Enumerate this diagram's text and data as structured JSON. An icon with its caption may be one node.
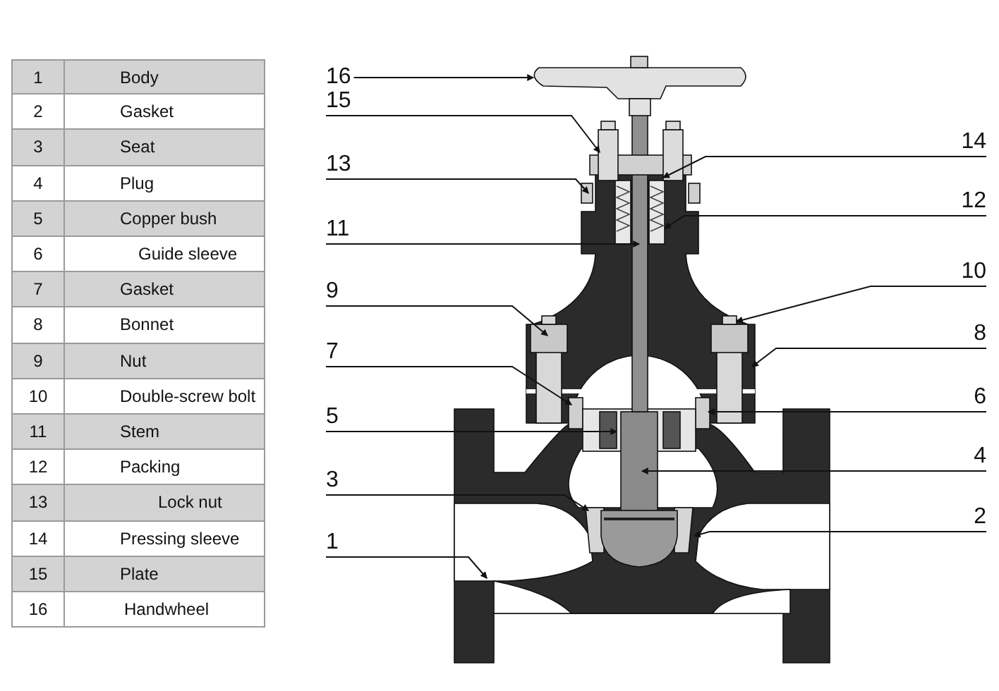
{
  "diagram": {
    "nodes": [
      {
        "text": [
          "16"
        ]
      },
      {
        "text": [
          "15"
        ]
      },
      {
        "text": [
          "14"
        ]
      },
      {
        "text": [
          "13"
        ]
      },
      {
        "text": [
          "12"
        ]
      },
      {
        "text": [
          "11"
        ]
      },
      {
        "text": [
          "10"
        ]
      },
      {
        "text": [
          "9"
        ]
      },
      {
        "text": [
          "8"
        ]
      },
      {
        "text": [
          "7"
        ]
      },
      {
        "text": [
          "6"
        ]
      },
      {
        "text": [
          "5"
        ]
      },
      {
        "text": [
          "4"
        ]
      },
      {
        "text": [
          "3"
        ]
      },
      {
        "text": [
          "2"
        ]
      },
      {
        "text": [
          "1"
        ]
      }
    ],
    "edges": [
      {
        "from": 0,
        "to": null,
        "arrow": "to"
      },
      {
        "from": 1,
        "to": null,
        "arrow": "to"
      },
      {
        "from": 2,
        "to": null,
        "arrow": "to"
      },
      {
        "from": 3,
        "to": null,
        "arrow": "to"
      },
      {
        "from": 4,
        "to": null,
        "arrow": "to"
      },
      {
        "from": 5,
        "to": null,
        "arrow": "to"
      },
      {
        "from": 6,
        "to": null,
        "arrow": "to"
      },
      {
        "from": 7,
        "to": null,
        "arrow": "to"
      },
      {
        "from": 8,
        "to": null,
        "arrow": "to"
      },
      {
        "from": 9,
        "to": null,
        "arrow": "to"
      },
      {
        "from": 10,
        "to": null,
        "arrow": "to"
      },
      {
        "from": 11,
        "to": null,
        "arrow": "to"
      },
      {
        "from": 12,
        "to": null,
        "arrow": "to"
      },
      {
        "from": 13,
        "to": null,
        "arrow": "to"
      },
      {
        "from": 14,
        "to": null,
        "arrow": "to"
      },
      {
        "from": 15,
        "to": null,
        "arrow": "to"
      }
    ],
    "labels": [
      "1",
      "Body",
      "2",
      "Gasket",
      "3",
      "Seat",
      "4",
      "Plug",
      "5",
      "Copper bush",
      "6",
      "Guide sleeve",
      "7",
      "Gasket",
      "8",
      "Bonnet",
      "9",
      "Nut",
      "10",
      "Double-screw bolt",
      "11",
      "Stem",
      "12",
      "Packing",
      "13",
      "Lock nut",
      "14",
      "Pressing sleeve",
      "15",
      "Plate",
      "16",
      "Handwheel"
    ]
  }
}
